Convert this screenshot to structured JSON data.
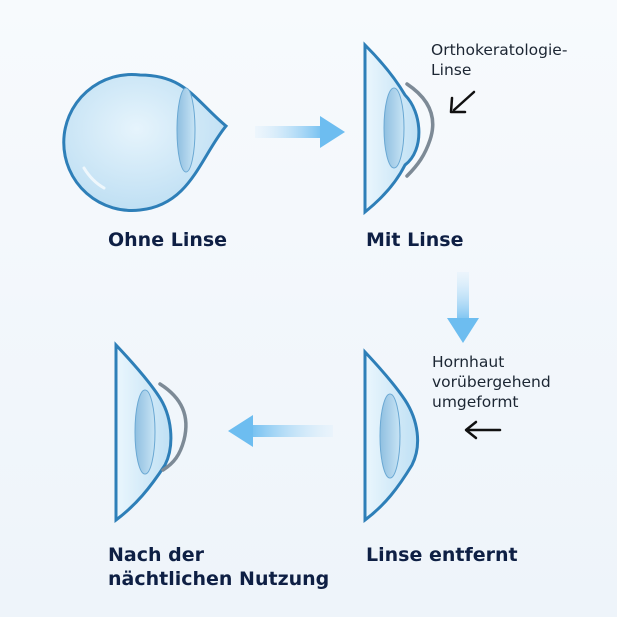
{
  "stages": [
    {
      "id": "without-lens",
      "label_lines": [
        "Ohne Linse"
      ]
    },
    {
      "id": "with-lens",
      "label_lines": [
        "Mit Linse"
      ]
    },
    {
      "id": "lens-removed",
      "label_lines": [
        "Linse entfernt"
      ]
    },
    {
      "id": "after-night-use",
      "label_lines": [
        "Nach der",
        "nächtlichen Nutzung"
      ]
    }
  ],
  "annotations": {
    "ortho_lens": [
      "Orthokeratologie-",
      "Linse"
    ],
    "cornea_reshaped": [
      "Hornhaut",
      "vorübergehend",
      "umgeformt"
    ]
  },
  "colors": {
    "eye_fill": "#cfe8f8",
    "eye_stroke": "#2e7fb8",
    "lens_fill": "#a9cfe8",
    "ortho_lens": "#7d8a96",
    "flow_arrow": "#6dbdf0",
    "pointer_arrow": "#111111",
    "label_text": "#0e1f44"
  },
  "icons": [
    "eye-icon",
    "flow-arrow-icon",
    "pointer-arrow-icon"
  ]
}
